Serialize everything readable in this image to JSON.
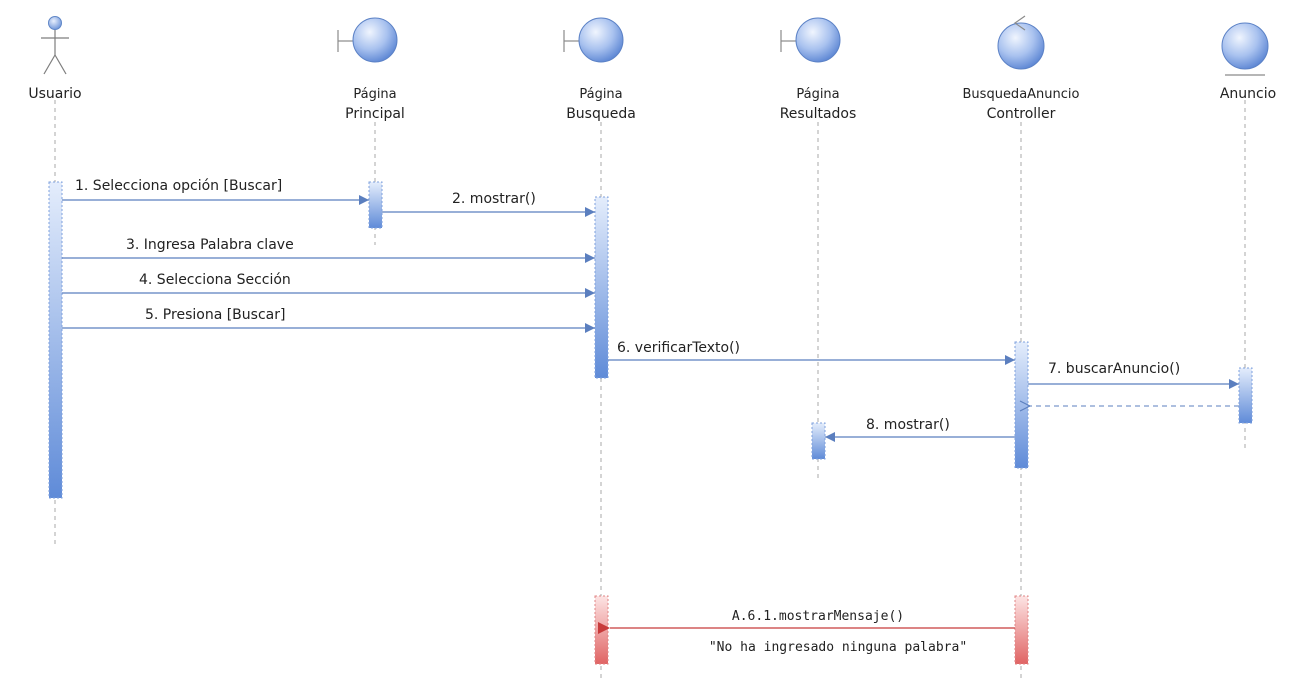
{
  "participants": [
    {
      "id": "usuario",
      "kind": "actor",
      "label": [
        "Usuario"
      ]
    },
    {
      "id": "pagina-principal",
      "kind": "boundary",
      "label": [
        "Página",
        "Principal"
      ]
    },
    {
      "id": "pagina-busqueda",
      "kind": "boundary",
      "label": [
        "Página",
        "Busqueda"
      ]
    },
    {
      "id": "pagina-resultados",
      "kind": "boundary",
      "label": [
        "Página",
        "Resultados"
      ]
    },
    {
      "id": "busqueda-anuncio-controller",
      "kind": "control",
      "label": [
        "BusquedaAnuncio",
        "Controller"
      ]
    },
    {
      "id": "anuncio",
      "kind": "entity",
      "label": [
        "Anuncio"
      ]
    }
  ],
  "messages": [
    {
      "number": "1.",
      "text": "1. Selecciona opción [Buscar]",
      "from": "usuario",
      "to": "pagina-principal",
      "type": "call"
    },
    {
      "number": "2.",
      "text": "2. mostrar()",
      "from": "pagina-principal",
      "to": "pagina-busqueda",
      "type": "call"
    },
    {
      "number": "3.",
      "text": "3. Ingresa Palabra clave",
      "from": "usuario",
      "to": "pagina-busqueda",
      "type": "call"
    },
    {
      "number": "4.",
      "text": "4. Selecciona Sección",
      "from": "usuario",
      "to": "pagina-busqueda",
      "type": "call"
    },
    {
      "number": "5.",
      "text": "5. Presiona [Buscar]",
      "from": "usuario",
      "to": "pagina-busqueda",
      "type": "call"
    },
    {
      "number": "6.",
      "text": "6. verificarTexto()",
      "from": "pagina-busqueda",
      "to": "busqueda-anuncio-controller",
      "type": "call"
    },
    {
      "number": "7.",
      "text": "7. buscarAnuncio()",
      "from": "busqueda-anuncio-controller",
      "to": "anuncio",
      "type": "call"
    },
    {
      "number": "",
      "text": "",
      "from": "anuncio",
      "to": "busqueda-anuncio-controller",
      "type": "return"
    },
    {
      "number": "8.",
      "text": "8. mostrar()",
      "from": "busqueda-anuncio-controller",
      "to": "pagina-resultados",
      "type": "call"
    },
    {
      "number": "A.6.1.",
      "text": "A.6.1.mostrarMensaje()",
      "from": "busqueda-anuncio-controller",
      "to": "pagina-busqueda",
      "type": "alternate",
      "note": "\"No ha ingresado ninguna palabra\""
    }
  ],
  "colors": {
    "lifeline": "#a9a9a9",
    "arrow": "#5b7fbf",
    "activation_light": "#dfe9fb",
    "activation_dark": "#6d96dc",
    "alt_arrow": "#c83b3b",
    "alt_light": "#fbdede",
    "alt_dark": "#e06a6a",
    "text": "#222222"
  }
}
